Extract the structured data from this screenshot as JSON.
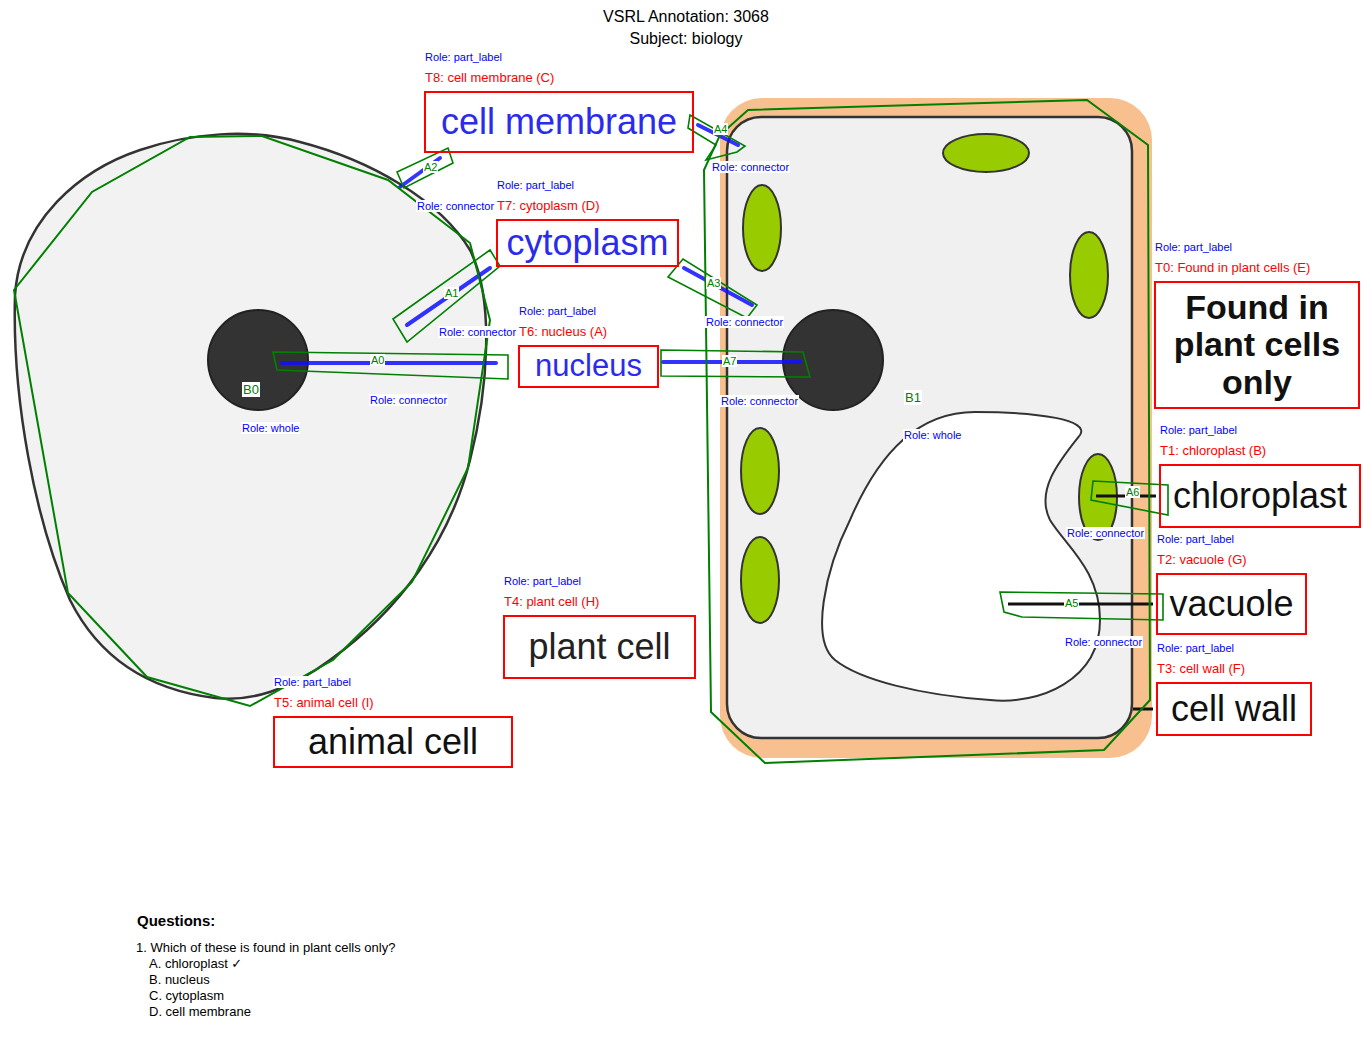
{
  "diagram": {
    "title": "VSRL Annotation: 3068",
    "nodes": [
      {
        "text": [
          "Role: part_label",
          "T8: cell membrane (C)",
          "cell membrane"
        ]
      },
      {
        "text": [
          "Role: part_label",
          "T7: cytoplasm (D)",
          "cytoplasm"
        ]
      },
      {
        "text": [
          "Role: part_label",
          "T0: Found in plant cells (E)",
          "Found in plant cells only"
        ]
      },
      {
        "text": [
          "Role: part_label",
          "T6: nucleus (A)",
          "nucleus"
        ]
      },
      {
        "text": [
          "B0",
          "Role: whole"
        ]
      },
      {
        "text": [
          "B1",
          "Role: whole"
        ]
      },
      {
        "text": [
          "Role: part_label",
          "T1: chloroplast (B)",
          "chloroplast"
        ]
      },
      {
        "text": [
          "Role: part_label",
          "T2: vacuole (G)",
          "vacuole"
        ]
      },
      {
        "text": [
          "Role: part_label",
          "T4: plant cell (H)",
          "plant cell"
        ]
      },
      {
        "text": [
          "Role: part_label",
          "T3: cell wall (F)",
          "cell wall"
        ]
      },
      {
        "text": [
          "Role: part_label",
          "T5: animal cell (I)",
          "animal cell"
        ]
      }
    ],
    "labels": [
      "Subject: biology",
      "A2",
      "Role: connector",
      "A4",
      "Role: connector",
      "A1",
      "Role: connector",
      "A3",
      "Role: connector",
      "A0",
      "Role: connector",
      "A7",
      "Role: connector",
      "A6",
      "Role: connector",
      "A5",
      "Role: connector",
      "Questions:",
      "1. Which of these is found in plant cells only?",
      "A. chloroplast ✓",
      "B. nucleus",
      "C. cytoplasm",
      "D. cell membrane"
    ]
  }
}
